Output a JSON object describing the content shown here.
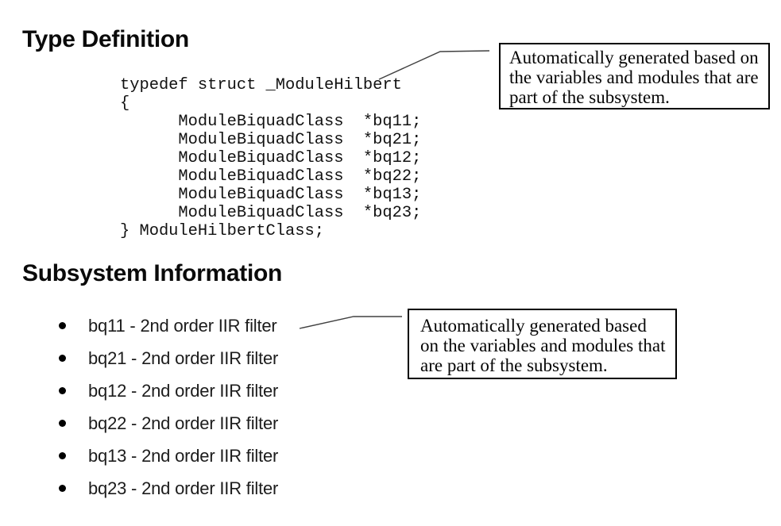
{
  "page": {
    "background_color": "#ffffff",
    "text_color": "#000000",
    "callout_border_color": "#000000",
    "leader_line_color": "#404040",
    "bullet_glyph": "filled-circle"
  },
  "sections": {
    "type_definition": {
      "heading": "Type Definition",
      "code": "typedef struct _ModuleHilbert\n{\n      ModuleBiquadClass  *bq11;\n      ModuleBiquadClass  *bq21;\n      ModuleBiquadClass  *bq12;\n      ModuleBiquadClass  *bq22;\n      ModuleBiquadClass  *bq13;\n      ModuleBiquadClass  *bq23;\n} ModuleHilbertClass;",
      "callout_text": "Automatically generated based on the variables and modules that are part of the subsystem."
    },
    "subsystem_information": {
      "heading": "Subsystem Information",
      "items": [
        "bq11 - 2nd order IIR filter",
        "bq21 - 2nd order IIR filter",
        "bq12 - 2nd order IIR filter",
        "bq22 - 2nd order IIR filter",
        "bq13 - 2nd order IIR filter",
        "bq23 - 2nd order IIR filter"
      ],
      "callout_text": "Automatically generated based on the variables and modules that are part of the subsystem."
    }
  }
}
